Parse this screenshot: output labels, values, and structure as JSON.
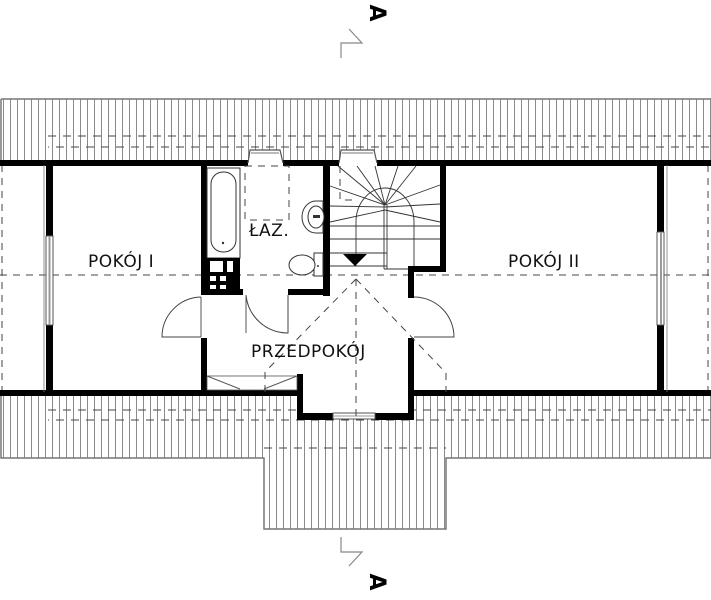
{
  "drawing": {
    "type": "attic floor plan",
    "section_marker": {
      "label_top": "A",
      "label_bottom": "A"
    },
    "rooms": [
      {
        "id": "pokoj-1",
        "label": "POKÓJ I"
      },
      {
        "id": "lazienka",
        "label": "ŁAZ."
      },
      {
        "id": "pokoj-2",
        "label": "POKÓJ II"
      },
      {
        "id": "przedpokoj",
        "label": "PRZEDPOKÓJ"
      }
    ],
    "colors": {
      "wall": "#000000",
      "roof_hatch": "#8a8a8a",
      "background": "#ffffff"
    }
  }
}
